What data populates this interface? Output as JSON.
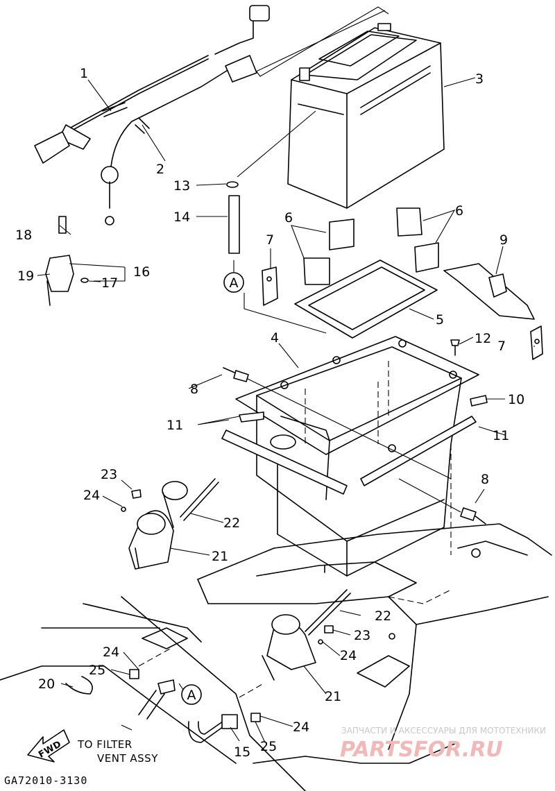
{
  "diagram": {
    "callouts": {
      "c1": "1",
      "c2": "2",
      "c3": "3",
      "c4": "4",
      "c5": "5",
      "c6a": "6",
      "c6b": "6",
      "c7a": "7",
      "c7b": "7",
      "c8a": "8",
      "c8b": "8",
      "c9": "9",
      "c10": "10",
      "c11a": "11",
      "c11b": "11",
      "c12": "12",
      "c13": "13",
      "c14": "14",
      "c15": "15",
      "c16": "16",
      "c17": "17",
      "c18": "18",
      "c19": "19",
      "c20": "20",
      "c21a": "21",
      "c21b": "21",
      "c22a": "22",
      "c22b": "22",
      "c23a": "23",
      "c23b": "23",
      "c24a": "24",
      "c24b": "24",
      "c24c": "24",
      "c24d": "24",
      "c25a": "25",
      "c25b": "25"
    },
    "connectors": {
      "a1": "A",
      "a2": "A"
    },
    "fwd_label": "FWD",
    "note_line1": "TO FILTER",
    "note_line2": "VENT ASSY",
    "drawing_code": "GA72010-3130"
  },
  "watermark": {
    "tagline": "ЗАПЧАСТИ И АКСЕССУАРЫ ДЛЯ МОТОТЕХНИКИ",
    "brand": "PARTSFOR.RU"
  }
}
